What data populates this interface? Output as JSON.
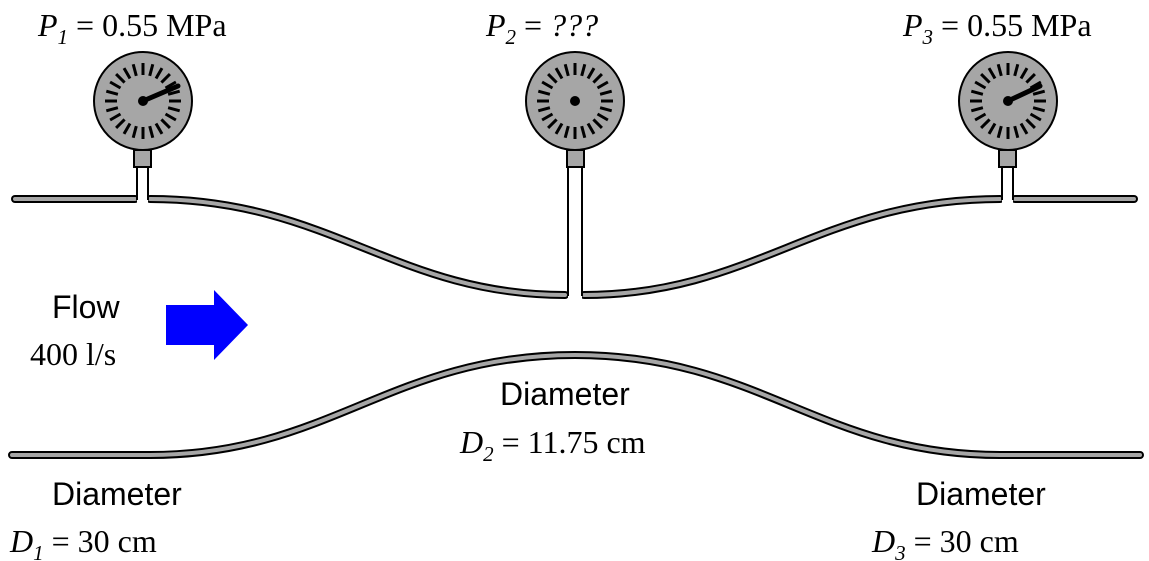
{
  "gauges": [
    {
      "symbol": "P",
      "subscript": "1",
      "value": "0.55 MPa"
    },
    {
      "symbol": "P",
      "subscript": "2",
      "value": "???"
    },
    {
      "symbol": "P",
      "subscript": "3",
      "value": "0.55 MPa"
    }
  ],
  "flow": {
    "label": "Flow",
    "rate": "400 l/s",
    "arrow_color": "#0000ff"
  },
  "diameters": [
    {
      "label": "Diameter",
      "symbol": "D",
      "subscript": "1",
      "value": "30 cm"
    },
    {
      "label": "Diameter",
      "symbol": "D",
      "subscript": "2",
      "value": "11.75 cm"
    },
    {
      "label": "Diameter",
      "symbol": "D",
      "subscript": "3",
      "value": "30 cm"
    }
  ],
  "colors": {
    "pipe_wall": "#a6a6a6",
    "gauge_face": "#a6a6a6",
    "outline": "#000000"
  }
}
